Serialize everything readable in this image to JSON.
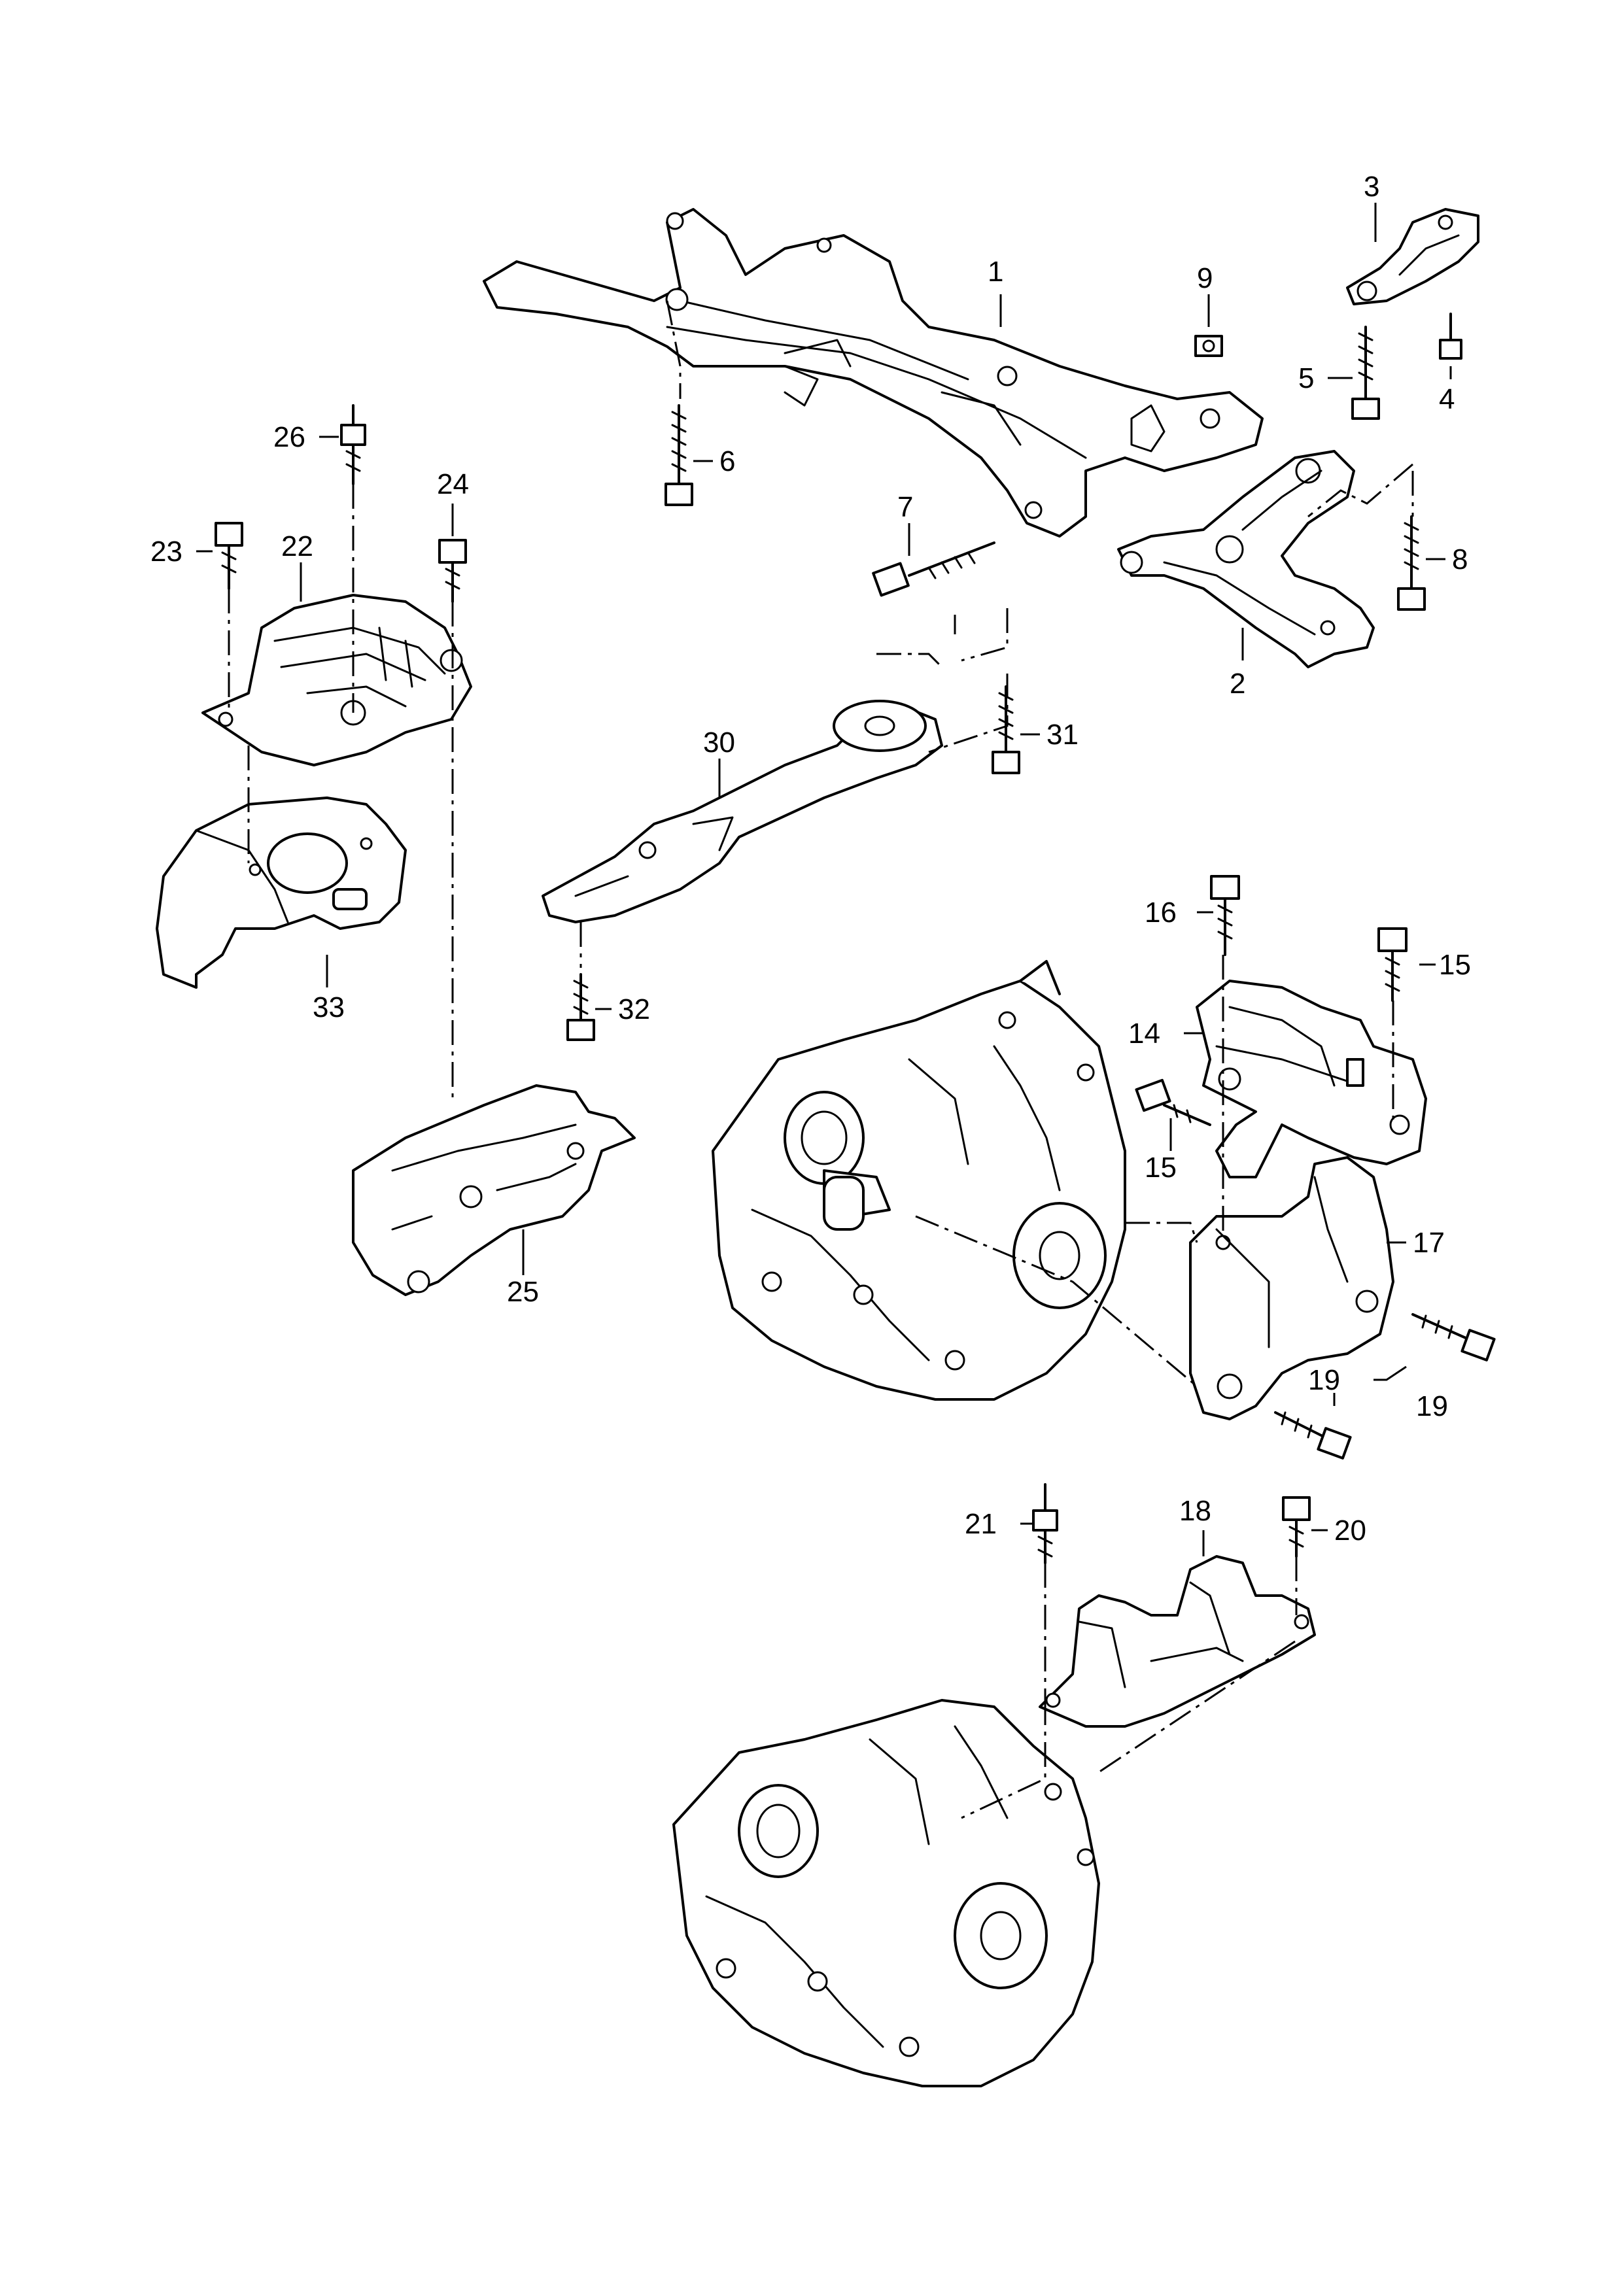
{
  "callouts": [
    {
      "id": "c1",
      "label": "1"
    },
    {
      "id": "c2",
      "label": "2"
    },
    {
      "id": "c3",
      "label": "3"
    },
    {
      "id": "c4",
      "label": "4"
    },
    {
      "id": "c5",
      "label": "5"
    },
    {
      "id": "c6",
      "label": "6"
    },
    {
      "id": "c7",
      "label": "7"
    },
    {
      "id": "c8",
      "label": "8"
    },
    {
      "id": "c9",
      "label": "9"
    },
    {
      "id": "c14",
      "label": "14"
    },
    {
      "id": "c15a",
      "label": "15"
    },
    {
      "id": "c15b",
      "label": "15"
    },
    {
      "id": "c16",
      "label": "16"
    },
    {
      "id": "c17",
      "label": "17"
    },
    {
      "id": "c18",
      "label": "18"
    },
    {
      "id": "c19a",
      "label": "19"
    },
    {
      "id": "c19b",
      "label": "19"
    },
    {
      "id": "c20",
      "label": "20"
    },
    {
      "id": "c21",
      "label": "21"
    },
    {
      "id": "c22",
      "label": "22"
    },
    {
      "id": "c23",
      "label": "23"
    },
    {
      "id": "c24",
      "label": "24"
    },
    {
      "id": "c25",
      "label": "25"
    },
    {
      "id": "c26",
      "label": "26"
    },
    {
      "id": "c30",
      "label": "30"
    },
    {
      "id": "c31",
      "label": "31"
    },
    {
      "id": "c32",
      "label": "32"
    },
    {
      "id": "c33",
      "label": "33"
    }
  ]
}
